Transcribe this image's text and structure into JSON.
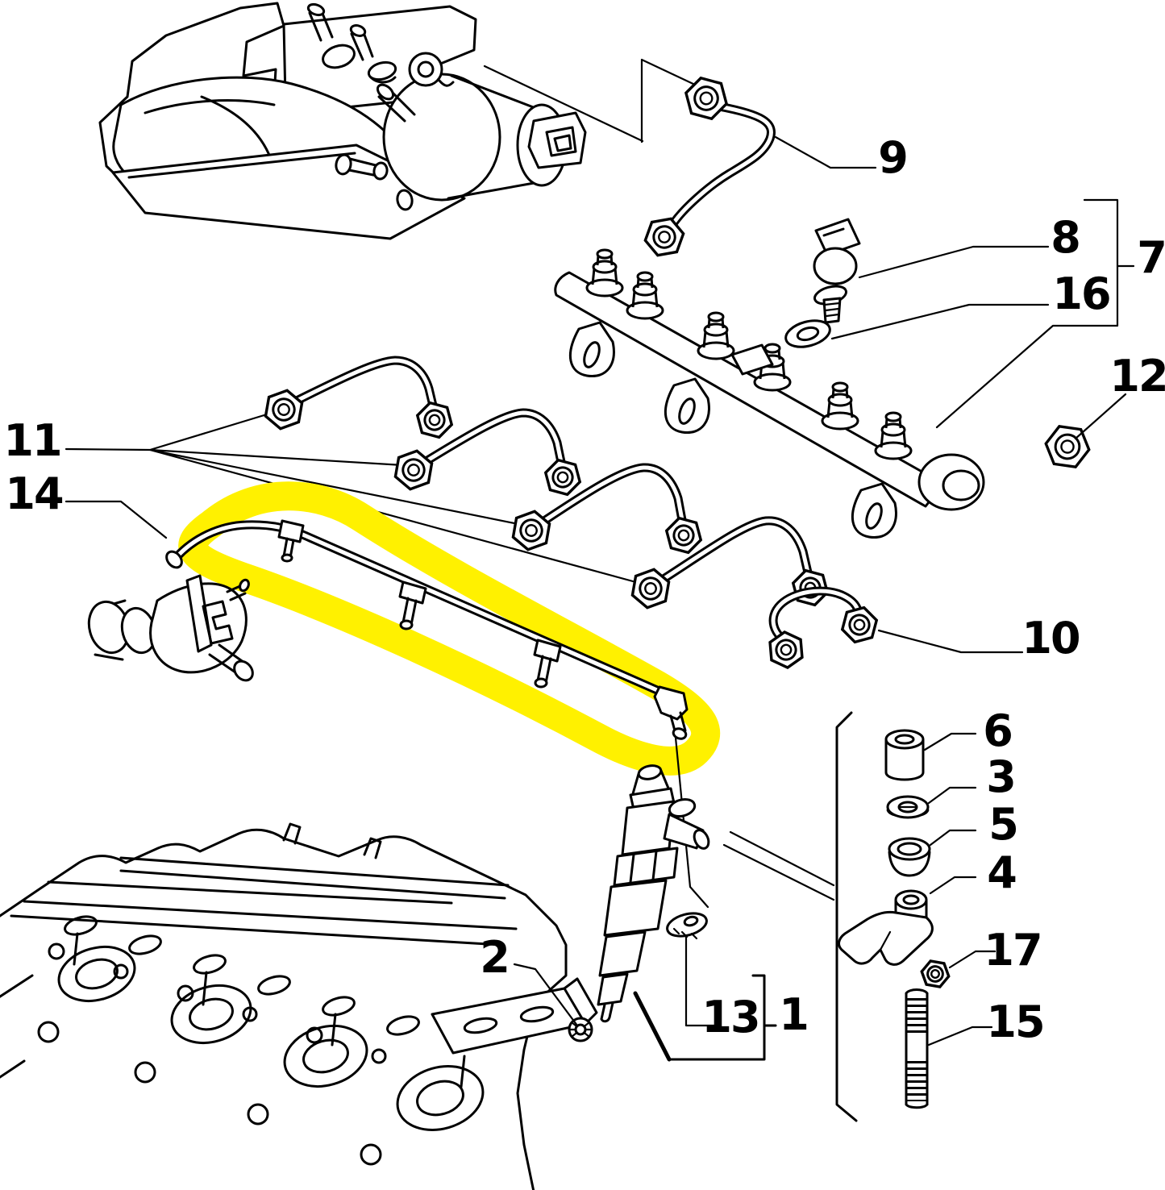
{
  "diagram": {
    "kind": "exploded-parts-diagram",
    "background": "#ffffff",
    "ink": "#000000",
    "highlight": "#FFF100",
    "highlighted_callout": "14"
  },
  "callouts": [
    {
      "label": "9"
    },
    {
      "label": "8"
    },
    {
      "label": "16"
    },
    {
      "label": "7"
    },
    {
      "label": "12"
    },
    {
      "label": "11"
    },
    {
      "label": "14"
    },
    {
      "label": "10"
    },
    {
      "label": "6"
    },
    {
      "label": "3"
    },
    {
      "label": "5"
    },
    {
      "label": "4"
    },
    {
      "label": "17"
    },
    {
      "label": "15"
    },
    {
      "label": "2"
    },
    {
      "label": "13"
    },
    {
      "label": "1"
    }
  ]
}
